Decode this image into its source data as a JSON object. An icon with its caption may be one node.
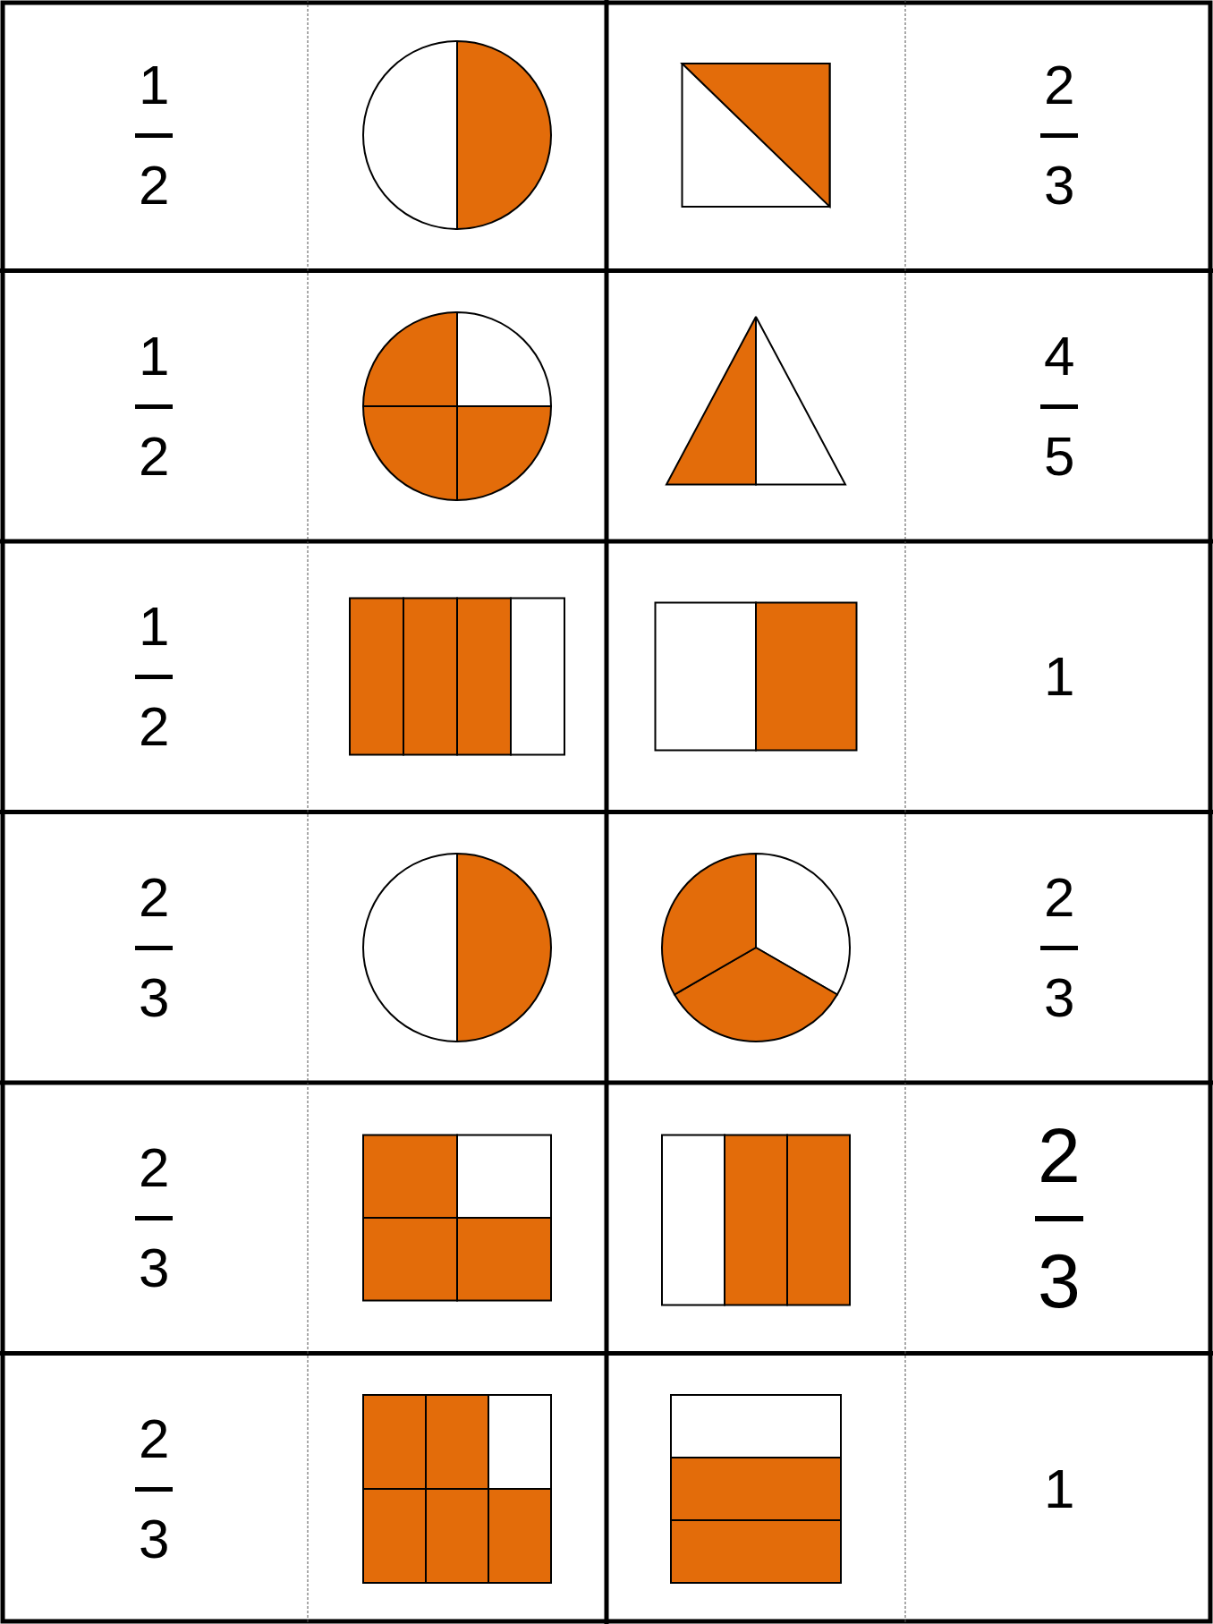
{
  "diagram": {
    "labels": [
      "1",
      "2",
      "2",
      "3",
      "1",
      "2",
      "4",
      "5",
      "1",
      "2",
      "1",
      "2",
      "3",
      "2",
      "3",
      "2",
      "3",
      "2",
      "3",
      "2",
      "3",
      "1"
    ]
  }
}
